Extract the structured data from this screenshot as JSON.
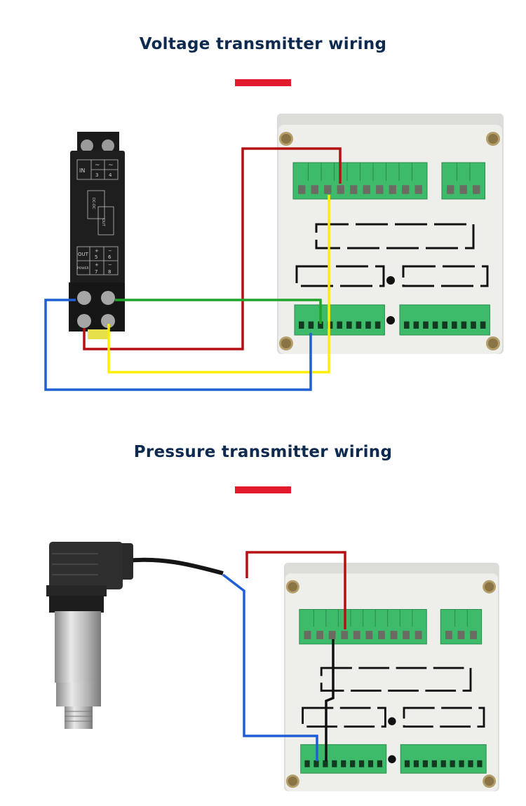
{
  "sections": [
    {
      "title": "Voltage transmitter wiring"
    },
    {
      "title": "Pressure transmitter wiring"
    }
  ],
  "colors": {
    "title": "#0f2a4f",
    "accent_bar": "#e31a2b",
    "wire_red": "#b50f12",
    "wire_yellow": "#ffee00",
    "wire_blue": "#1f5fd6",
    "wire_green": "#1fa52a",
    "wire_black": "#111111",
    "terminal_green": "#3dbb6a",
    "panel": "#eeeeea"
  },
  "voltage_module": {
    "labels": {
      "in": "IN",
      "tilde": "~",
      "t3": "3",
      "t4": "4",
      "dcdc": "DC-DC",
      "out_inner": "OUT",
      "out": "OUT",
      "power": "POWER",
      "plus": "+",
      "minus": "−",
      "t5": "5",
      "t6": "6",
      "t7": "7",
      "t8": "8"
    }
  },
  "icons": {
    "voltage_transmitter": "din-rail-module",
    "pressure_transmitter": "pressure-sensor",
    "meter": "panel-meter-rear"
  }
}
